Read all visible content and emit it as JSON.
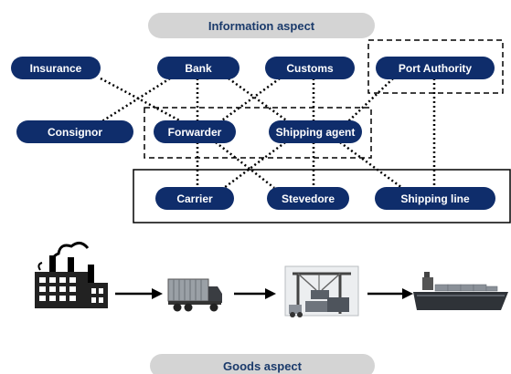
{
  "information_aspect": {
    "label": "Information aspect"
  },
  "goods_aspect": {
    "label": "Goods aspect"
  },
  "actors": {
    "insurance": "Insurance",
    "bank": "Bank",
    "customs": "Customs",
    "port_authority": "Port Authority",
    "consignor": "Consignor",
    "forwarder": "Forwarder",
    "shipping_agent": "Shipping agent",
    "carrier": "Carrier",
    "stevedore": "Stevedore",
    "shipping_line": "Shipping line"
  },
  "goods_flow": [
    "factory-icon",
    "truck-icon",
    "crane-icon",
    "ship-icon"
  ],
  "colors": {
    "node_fill": "#0f2d6b",
    "node_text": "#ffffff",
    "aspect_banner": "#d4d4d4",
    "aspect_text": "#1a3a6b",
    "line": "#000000"
  }
}
